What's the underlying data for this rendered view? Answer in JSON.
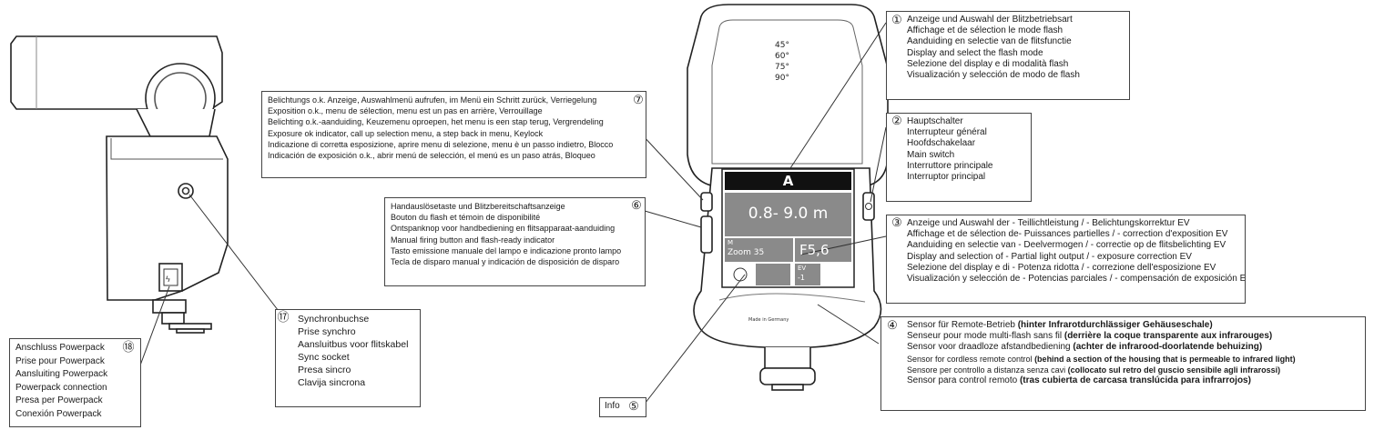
{
  "callouts": [
    {
      "id": "c1",
      "num": "①",
      "lines": [
        "Anzeige und Auswahl der Blitzbetriebsart",
        "Affichage et de sélection le mode flash",
        "Aanduiding en selectie van de flitsfunctie",
        "Display and select the flash mode",
        "Selezione del display e di modalità flash",
        "Visualización y selección de modo de flash"
      ]
    },
    {
      "id": "c2",
      "num": "②",
      "lines": [
        "Hauptschalter",
        "Interrupteur général",
        "Hoofdschakelaar",
        "Main switch",
        "Interruttore principale",
        "Interruptor principal"
      ]
    },
    {
      "id": "c3",
      "num": "③",
      "lines": [
        "Anzeige und Auswahl der - Teillichtleistung / - Belichtungskorrektur EV",
        "Affichage et de sélection de- Puissances partielles / - correction d'exposition EV",
        "Aanduiding en selectie van - Deelvermogen / - correctie op de flitsbelichting EV",
        "Display and selection of - Partial light output / - exposure correction EV",
        "Selezione del display e di - Potenza ridotta / - correzione dell'esposizione EV",
        "Visualización y selección de - Potencias parciales / - compensación de exposición EV"
      ]
    },
    {
      "id": "c4",
      "num": "④",
      "lines": [
        {
          "t": "Sensor für Remote-Betrieb ",
          "b": "(hinter Infrarotdurchlässiger Gehäuseschale)"
        },
        {
          "t": "Senseur pour mode multi-flash sans fil ",
          "b": "(derrière la coque transparente aux infrarouges)"
        },
        {
          "t": "Sensor voor draadloze afstandbediening ",
          "b": "(achter de infrarood-doorlatende behuizing)"
        },
        {
          "t": "Sensor for cordless remote control ",
          "b": "(behind a section of the housing that is permeable to infrared light)"
        },
        {
          "t": "Sensore per controllo a distanza senza cavi ",
          "b": "(collocato sul retro del guscio sensibile agli infrarossi)"
        },
        {
          "t": "Sensor para control remoto ",
          "b": "(tras cubierta de carcasa translúcida para infrarrojos)"
        }
      ]
    },
    {
      "id": "c5",
      "num": "⑤",
      "lines": [
        "Info"
      ]
    },
    {
      "id": "c6",
      "num": "⑥",
      "lines": [
        "Handauslösetaste und Blitzbereitschaftsanzeige",
        "Bouton du flash et témoin de disponibilité",
        "Ontspanknop voor handbediening en flitsapparaat-aanduiding",
        "Manual firing button and flash-ready indicator",
        "Tasto emissione manuale del lampo e indicazione pronto lampo",
        "Tecla de disparo manual y indicación de disposición de disparo"
      ]
    },
    {
      "id": "c7",
      "num": "⑦",
      "lines": [
        "Belichtungs o.k. Anzeige, Auswahlmenü aufrufen, im Menü ein Schritt zurück, Verriegelung",
        "Exposition o.k., menu de sélection, menu est un pas en arrière, Verrouillage",
        "Belichting o.k.-aanduiding, Keuzemenu oproepen, het menu is een stap terug, Vergrendeling",
        "Exposure ok indicator, call up selection menu, a step back in menu, Keylock",
        "Indicazione di corretta esposizione, aprire menu di selezione, menu è un passo indietro, Blocco",
        "Indicación de exposición o.k., abrir menú de selección, el menú es un paso atrás, Bloqueo"
      ]
    },
    {
      "id": "c17",
      "num": "⑰",
      "lines": [
        "Synchronbuchse",
        "Prise synchro",
        "Aansluitbus voor flitskabel",
        "Sync socket",
        "Presa sincro",
        "Clavija sincrona"
      ]
    },
    {
      "id": "c18",
      "num": "⑱",
      "lines": [
        "Anschluss Powerpack",
        "Prise pour Powerpack",
        "Aansluiting Powerpack",
        "Powerpack connection",
        "Presa per Powerpack",
        "Conexión Powerpack"
      ]
    }
  ],
  "device": {
    "angles": [
      "45°",
      "60°",
      "75°",
      "90°"
    ],
    "mode": "A",
    "range": "0.8- 9.0 m",
    "zoom_label": "M",
    "zoom_value": "Zoom 35",
    "aperture": "F5,6",
    "ev_label": "EV",
    "ev_value": "-1",
    "made_in": "Made in Germany"
  }
}
